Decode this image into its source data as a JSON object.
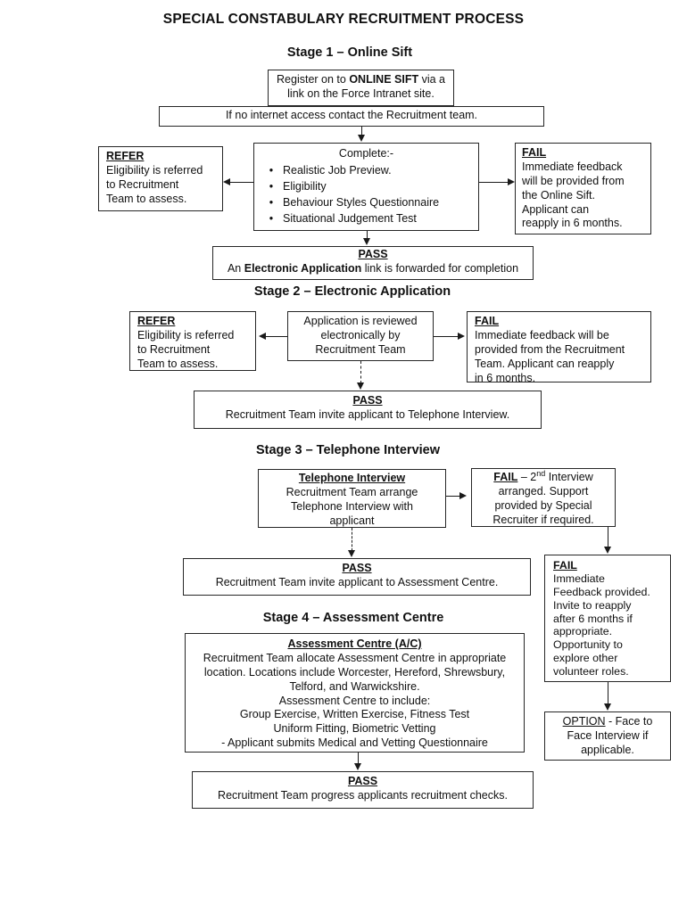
{
  "title": "SPECIAL CONSTABULARY RECRUITMENT PROCESS",
  "colors": {
    "ink": "#1a1a1a",
    "background": "#ffffff"
  },
  "stage1": {
    "heading": "Stage 1 – Online Sift",
    "register_pre": "Register on to ",
    "register_bold": "ONLINE SIFT",
    "register_post": " via a link on the Force Intranet site.",
    "no_internet": "If no internet access contact the Recruitment team.",
    "refer": {
      "label": "REFER",
      "body": "Eligibility is referred\nto Recruitment\nTeam to assess."
    },
    "complete": {
      "heading": "Complete:-",
      "bullet": "•",
      "items": [
        "Realistic Job Preview.",
        "Eligibility",
        "Behaviour Styles Questionnaire",
        "Situational Judgement Test"
      ]
    },
    "fail": {
      "label": "FAIL",
      "body": "Immediate feedback\nwill be provided from\nthe Online Sift.\nApplicant can\nreapply in 6 months."
    },
    "pass": {
      "label": "PASS",
      "body_pre": "An ",
      "body_bold": "Electronic Application",
      "body_post": " link is forwarded for completion"
    }
  },
  "stage2": {
    "heading": "Stage 2 – Electronic Application",
    "refer": {
      "label": "REFER",
      "body": "Eligibility is referred\nto Recruitment\nTeam to assess."
    },
    "review": "Application is reviewed\nelectronically by\nRecruitment Team",
    "fail": {
      "label": "FAIL",
      "body": "Immediate feedback will be\nprovided from the Recruitment\nTeam. Applicant can reapply\nin 6 months."
    },
    "pass": {
      "label": "PASS",
      "body": "Recruitment Team invite applicant to Telephone Interview."
    }
  },
  "stage3": {
    "heading": "Stage 3 – Telephone Interview",
    "telephone": {
      "label": "Telephone Interview",
      "body": "Recruitment Team arrange\nTelephone Interview with\napplicant"
    },
    "fail_second": {
      "label": "FAIL",
      "dash": " – 2",
      "sup": "nd",
      "rest": " Interview\narranged. Support\nprovided by Special\nRecruiter if required."
    },
    "pass": {
      "label": "PASS",
      "body": "Recruitment Team invite applicant to Assessment Centre."
    },
    "fail_final": {
      "label": "FAIL",
      "body": "Immediate\nFeedback provided.\nInvite to reapply\nafter 6 months if\nappropriate.\nOpportunity to\nexplore other\nvolunteer roles."
    },
    "option": {
      "label": "OPTION",
      "rest": " - Face to\nFace Interview if\napplicable."
    }
  },
  "stage4": {
    "heading": "Stage 4 – Assessment Centre",
    "centre": {
      "label": "Assessment Centre (A/C)",
      "body": "Recruitment Team allocate Assessment Centre in appropriate\nlocation. Locations include Worcester, Hereford, Shrewsbury,\nTelford, and Warwickshire.\nAssessment Centre to include:\nGroup Exercise, Written Exercise, Fitness Test\nUniform Fitting, Biometric Vetting\n- Applicant submits Medical and Vetting Questionnaire"
    },
    "pass": {
      "label": "PASS",
      "body": "Recruitment Team progress applicants recruitment checks."
    }
  }
}
